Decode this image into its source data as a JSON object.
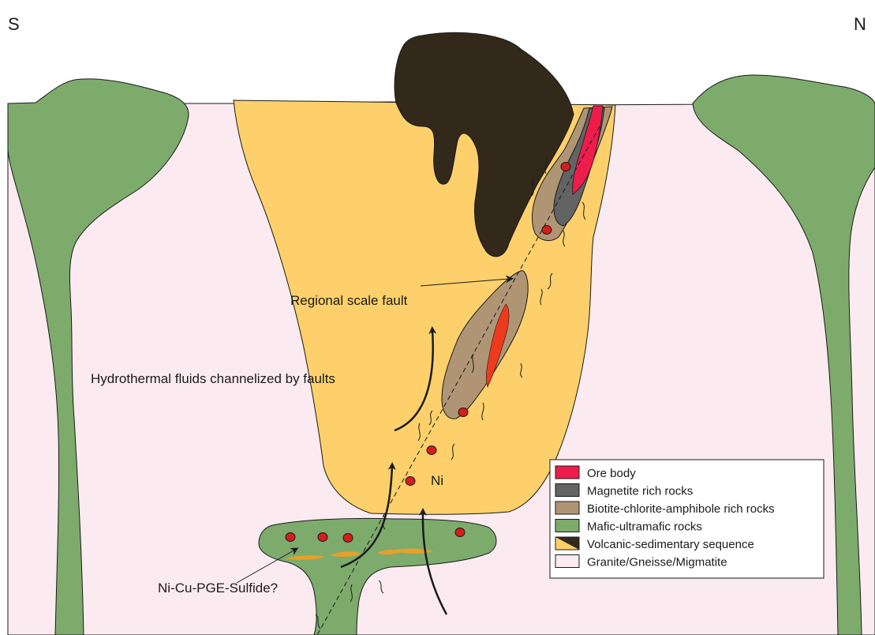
{
  "directions": {
    "south": "S",
    "north": "N"
  },
  "labels": {
    "fault": "Regional scale fault",
    "fluids": "Hydrothermal fluids channelized by  faults",
    "nickel": "Ni",
    "sulfide": "Ni-Cu-PGE-Sulfide?"
  },
  "legend": {
    "items": [
      {
        "label": "Ore body",
        "color": "#ee1c4a",
        "icon": "solid-swatch"
      },
      {
        "label": "Magnetite rich rocks",
        "color": "#636363",
        "icon": "solid-swatch"
      },
      {
        "label": "Biotite-chlorite-amphibole rich rocks",
        "color": "#b09574",
        "icon": "solid-swatch"
      },
      {
        "label": "Mafic-ultramafic rocks",
        "color": "#7dab6c",
        "icon": "solid-swatch"
      },
      {
        "label": "Volcanic-sedimentary sequence",
        "color": "#fdd06b",
        "color2": "#33291a",
        "icon": "split-swatch"
      },
      {
        "label": "Granite/Gneisse/Migmatite",
        "color": "#fbebf0",
        "icon": "solid-swatch"
      }
    ]
  },
  "colors": {
    "granite": "#fbebf0",
    "volcanic": "#fdd06b",
    "dark_cap": "#33291a",
    "mafic": "#7dab6c",
    "alteration": "#b09574",
    "magnetite": "#636363",
    "ore": "#ee1c4a",
    "ore_red": "#ee3a1c",
    "dot": "#d71d1d",
    "sulfide": "#e8a028"
  }
}
